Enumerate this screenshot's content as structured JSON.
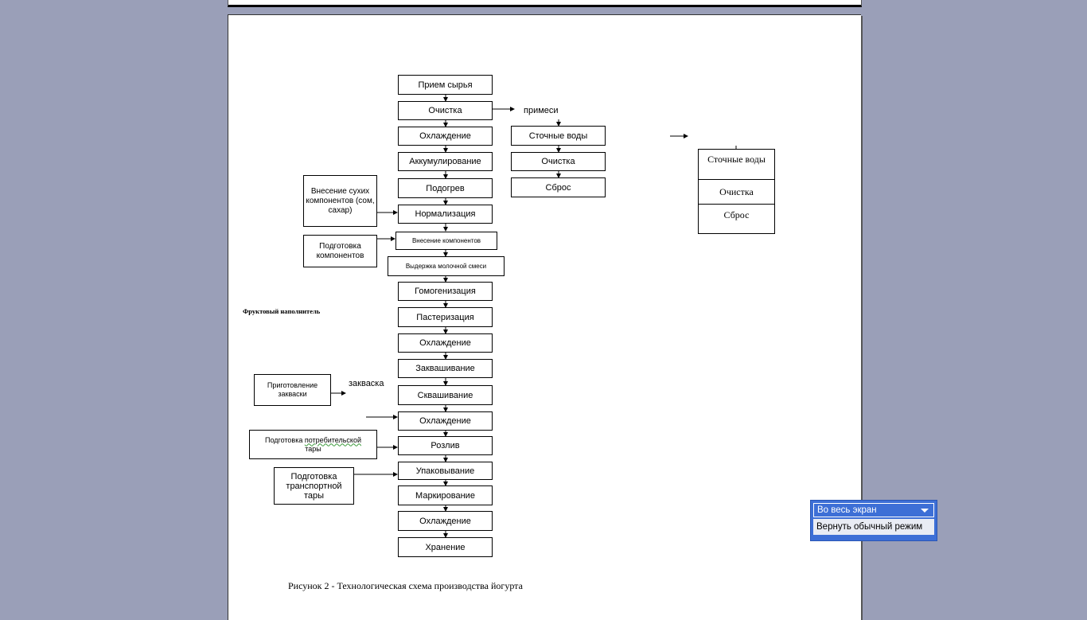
{
  "main_flow": [
    "Прием сырья",
    "Очистка",
    "Охлаждение",
    "Аккумулирование",
    "Подогрев",
    "Нормализация",
    "Внесение компонентов",
    "Выдержка молочной смеси",
    "Гомогенизация",
    "Пастеризация",
    "Охлаждение",
    "Заквашивание",
    "Сквашивание",
    "Охлаждение",
    "Розлив",
    "Упаковывание",
    "Маркирование",
    "Охлаждение",
    "Хранение"
  ],
  "waste_branch": {
    "label": "примеси",
    "items": [
      "Сточные воды",
      "Очистка",
      "Сброс"
    ]
  },
  "right_group": {
    "items": [
      "Сточные воды",
      "Очистка",
      "Сброс"
    ]
  },
  "side_inputs": {
    "dry_components": "Внесение сухих компонентов (сом, сахар)",
    "prep_components": "Подготовка компонентов",
    "fruit_filler": "Фруктовый наполнитель",
    "starter_prep": "Приготовление закваски",
    "starter_label": "закваска",
    "consumer_packaging_a": "Подготовка ",
    "consumer_packaging_b": "потребительской",
    "consumer_packaging_c": "тары",
    "transport_packaging": "Подготовка транспортной тары"
  },
  "caption": "Рисунок 2 - Технологическая схема производства йогурта",
  "view_popup": {
    "dropdown": "Во весь экран",
    "restore_button": "Вернуть обычный режим"
  }
}
